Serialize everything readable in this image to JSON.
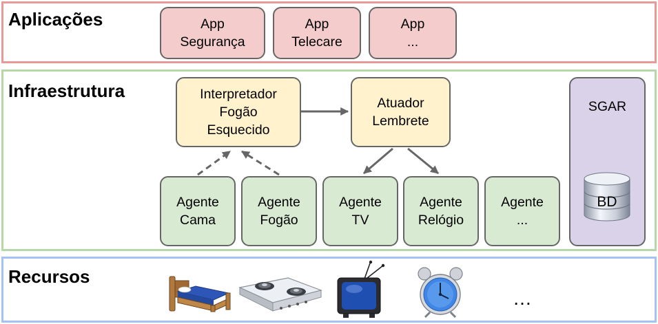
{
  "layers": {
    "applications": {
      "title": "Aplicações",
      "apps": [
        {
          "line1": "App",
          "line2": "Segurança"
        },
        {
          "line1": "App",
          "line2": "Telecare"
        },
        {
          "line1": "App",
          "line2": "..."
        }
      ]
    },
    "infrastructure": {
      "title": "Infraestrutura",
      "interpreter": {
        "line1": "Interpretador",
        "line2": "Fogão",
        "line3": "Esquecido"
      },
      "actuator": {
        "line1": "Atuador",
        "line2": "Lembrete"
      },
      "agents": [
        {
          "line1": "Agente",
          "line2": "Cama"
        },
        {
          "line1": "Agente",
          "line2": "Fogão"
        },
        {
          "line1": "Agente",
          "line2": "TV"
        },
        {
          "line1": "Agente",
          "line2": "Relógio"
        },
        {
          "line1": "Agente",
          "line2": "..."
        }
      ],
      "sgar": {
        "label": "SGAR",
        "db_label": "BD"
      }
    },
    "resources": {
      "title": "Recursos",
      "items": [
        "bed-icon",
        "stove-icon",
        "tv-icon",
        "alarm-clock-icon"
      ],
      "ellipsis": "…"
    }
  },
  "colors": {
    "applications_border": "#ea9999",
    "infrastructure_border": "#b6d7a8",
    "resources_border": "#a4c2f4",
    "app_fill": "#f4cccc",
    "interpreter_fill": "#fff2cc",
    "agent_fill": "#d9ead3",
    "sgar_fill": "#d9d2e9",
    "box_border": "#666666",
    "arrow": "#666666"
  }
}
